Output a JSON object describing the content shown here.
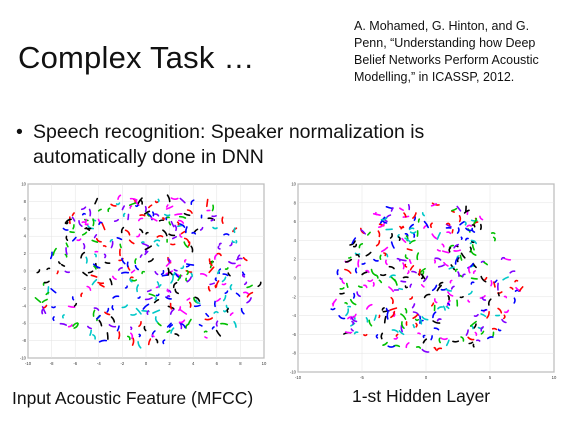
{
  "title": "Complex Task …",
  "citation": {
    "lines": [
      "A. Mohamed, G. Hinton, and G.",
      "Penn, “Understanding how Deep",
      "Belief Networks Perform Acoustic",
      "Modelling,” in ICASSP, 2012."
    ]
  },
  "bullet": {
    "marker": "•",
    "lines": [
      "Speech recognition: Speaker normalization is",
      "automatically done in DNN"
    ]
  },
  "figures": {
    "left": {
      "caption": "Input Acoustic Feature (MFCC)",
      "x_ticks": [
        "-10",
        "-8",
        "-6",
        "-4",
        "-2",
        "0",
        "2",
        "4",
        "6",
        "8",
        "10"
      ],
      "y_ticks": [
        "10",
        "8",
        "6",
        "4",
        "2",
        "0",
        "-2",
        "-4",
        "-6",
        "-8",
        "-10"
      ]
    },
    "right": {
      "caption": "1-st Hidden Layer",
      "x_ticks": [
        "-10",
        "-5",
        "0",
        "5",
        "10"
      ],
      "y_ticks": [
        "10",
        "8",
        "6",
        "4",
        "2",
        "0",
        "-2",
        "-4",
        "-6",
        "-8",
        "-10"
      ]
    },
    "colors": [
      "#ff00ff",
      "#0000ff",
      "#00c000",
      "#ff0000",
      "#00c8c8",
      "#000000",
      "#8000ff"
    ]
  }
}
